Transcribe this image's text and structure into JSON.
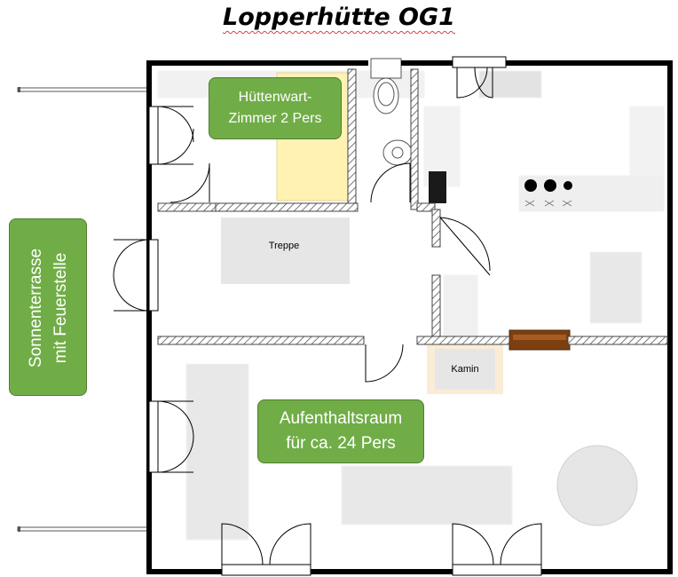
{
  "title": "Lopperhütte OG1",
  "labels": {
    "huettenwart_line1": "Hüttenwart-",
    "huettenwart_line2": "Zimmer 2 Pers",
    "aufenthalt_line1": "Aufenthaltsraum",
    "aufenthalt_line2": "für ca. 24 Pers",
    "sonnen_line1": "Sonnenterrasse",
    "sonnen_line2": "mit Feuerstelle",
    "treppe": "Treppe",
    "kamin": "Kamin"
  },
  "colors": {
    "label_fill": "#70ad47",
    "label_border": "#507e32",
    "bed": "#fff2b3",
    "fireplace_wood": "#7b3f10",
    "furniture": "#e7e7e7"
  }
}
